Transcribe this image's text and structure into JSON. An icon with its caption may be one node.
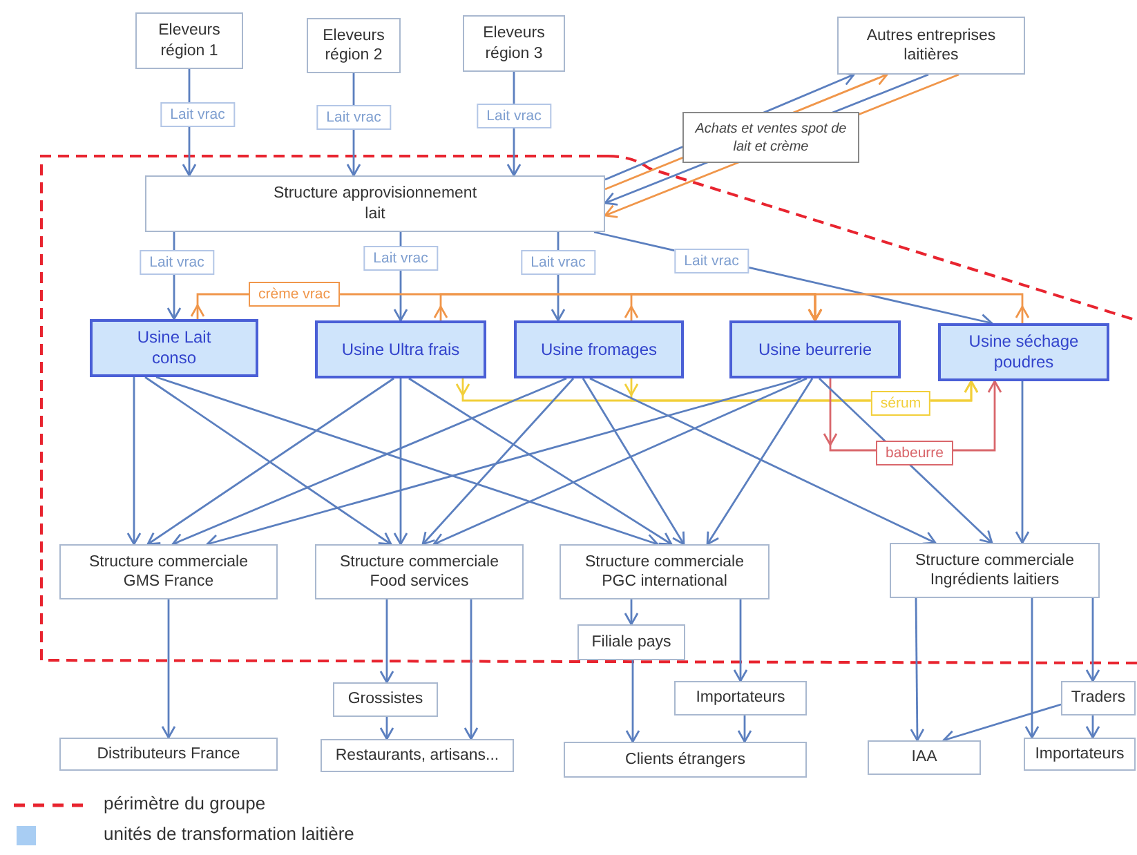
{
  "diagram": {
    "nodes": [
      {
        "text": [
          "Eleveurs région 1"
        ]
      },
      {
        "text": [
          "Eleveurs région 2"
        ]
      },
      {
        "text": [
          "Eleveurs région 3"
        ]
      },
      {
        "text": [
          "Autres entreprises laitières"
        ]
      },
      {
        "text": [
          "Structure approvisionnement lait"
        ]
      },
      {
        "text": [
          "Usine Lait conso"
        ]
      },
      {
        "text": [
          "Usine Ultra frais"
        ]
      },
      {
        "text": [
          "Usine fromages"
        ]
      },
      {
        "text": [
          "Usine beurrerie"
        ]
      },
      {
        "text": [
          "Usine séchage poudres"
        ]
      },
      {
        "text": [
          "Structure commerciale GMS France"
        ]
      },
      {
        "text": [
          "Structure commerciale Food services"
        ]
      },
      {
        "text": [
          "Structure commerciale PGC international"
        ]
      },
      {
        "text": [
          "Structure commerciale Ingrédients laitiers"
        ]
      },
      {
        "text": [
          "Filiale pays"
        ]
      },
      {
        "text": [
          "Grossistes"
        ]
      },
      {
        "text": [
          "Distributeurs France"
        ]
      },
      {
        "text": [
          "Restaurants, artisans..."
        ]
      },
      {
        "text": [
          "Importateurs"
        ]
      },
      {
        "text": [
          "Clients étrangers"
        ]
      },
      {
        "text": [
          "Traders"
        ]
      },
      {
        "text": [
          "IAA"
        ]
      },
      {
        "text": [
          "Importateurs"
        ]
      }
    ],
    "edges": [
      {
        "from": 0,
        "to": 4,
        "arrow": "to",
        "label": "Lait vrac"
      },
      {
        "from": 1,
        "to": 4,
        "arrow": "to",
        "label": "Lait vrac"
      },
      {
        "from": 2,
        "to": 4,
        "arrow": "to",
        "label": "Lait vrac"
      },
      {
        "from": 4,
        "to": 3,
        "arrow": "to"
      },
      {
        "from": 4,
        "to": 3,
        "arrow": "to",
        "color": "#f0964a"
      },
      {
        "from": 3,
        "to": 4,
        "arrow": "to"
      },
      {
        "from": 3,
        "to": 4,
        "arrow": "to",
        "color": "#f0964a"
      },
      {
        "from": 4,
        "to": 5,
        "arrow": "to",
        "label": "Lait vrac"
      },
      {
        "from": 4,
        "to": 6,
        "arrow": "to",
        "label": "Lait vrac"
      },
      {
        "from": 4,
        "to": 7,
        "arrow": "to",
        "label": "Lait vrac"
      },
      {
        "from": 4,
        "to": 9,
        "arrow": "to",
        "label": "Lait vrac"
      },
      {
        "from": 5,
        "to": 8,
        "arrow": "to",
        "color": "#f0964a",
        "label": "crème vrac"
      },
      {
        "from": 6,
        "to": 8,
        "arrow": "to",
        "color": "#f0964a"
      },
      {
        "from": 7,
        "to": 8,
        "arrow": "to",
        "color": "#f0964a"
      },
      {
        "from": 9,
        "to": 8,
        "arrow": "to",
        "color": "#f0964a"
      },
      {
        "from": 6,
        "to": 9,
        "arrow": "to",
        "color": "#f2cf3a",
        "label": "sérum"
      },
      {
        "from": 7,
        "to": 9,
        "arrow": "to",
        "color": "#f2cf3a"
      },
      {
        "from": 8,
        "to": 9,
        "arrow": "to",
        "color": "#d9666b",
        "label": "babeurre"
      },
      {
        "from": 5,
        "to": 10,
        "arrow": "to"
      },
      {
        "from": 5,
        "to": 11,
        "arrow": "to"
      },
      {
        "from": 5,
        "to": 12,
        "arrow": "to"
      },
      {
        "from": 6,
        "to": 10,
        "arrow": "to"
      },
      {
        "from": 6,
        "to": 11,
        "arrow": "to"
      },
      {
        "from": 6,
        "to": 12,
        "arrow": "to"
      },
      {
        "from": 7,
        "to": 10,
        "arrow": "to"
      },
      {
        "from": 7,
        "to": 11,
        "arrow": "to"
      },
      {
        "from": 7,
        "to": 12,
        "arrow": "to"
      },
      {
        "from": 7,
        "to": 13,
        "arrow": "to"
      },
      {
        "from": 8,
        "to": 10,
        "arrow": "to"
      },
      {
        "from": 8,
        "to": 11,
        "arrow": "to"
      },
      {
        "from": 8,
        "to": 12,
        "arrow": "to"
      },
      {
        "from": 8,
        "to": 13,
        "arrow": "to"
      },
      {
        "from": 9,
        "to": 13,
        "arrow": "to"
      },
      {
        "from": 10,
        "to": 16,
        "arrow": "to"
      },
      {
        "from": 11,
        "to": 15,
        "arrow": "to"
      },
      {
        "from": 11,
        "to": 17,
        "arrow": "to"
      },
      {
        "from": 15,
        "to": 17,
        "arrow": "to"
      },
      {
        "from": 12,
        "to": 14,
        "arrow": "to"
      },
      {
        "from": 12,
        "to": 18,
        "arrow": "to"
      },
      {
        "from": 14,
        "to": 19,
        "arrow": "to"
      },
      {
        "from": 18,
        "to": 19,
        "arrow": "to"
      },
      {
        "from": 13,
        "to": 21,
        "arrow": "to"
      },
      {
        "from": 13,
        "to": 22,
        "arrow": "to"
      },
      {
        "from": 13,
        "to": 20,
        "arrow": "to"
      },
      {
        "from": 20,
        "to": 21,
        "arrow": "to"
      },
      {
        "from": 20,
        "to": 22,
        "arrow": "to"
      }
    ],
    "labels": [
      "Achats et ventes spot de lait et crème"
    ],
    "legend": [
      {
        "text": "périmètre du groupe"
      },
      {
        "text": "unités de transformation laitière",
        "color": "#a8cdf3"
      }
    ]
  }
}
